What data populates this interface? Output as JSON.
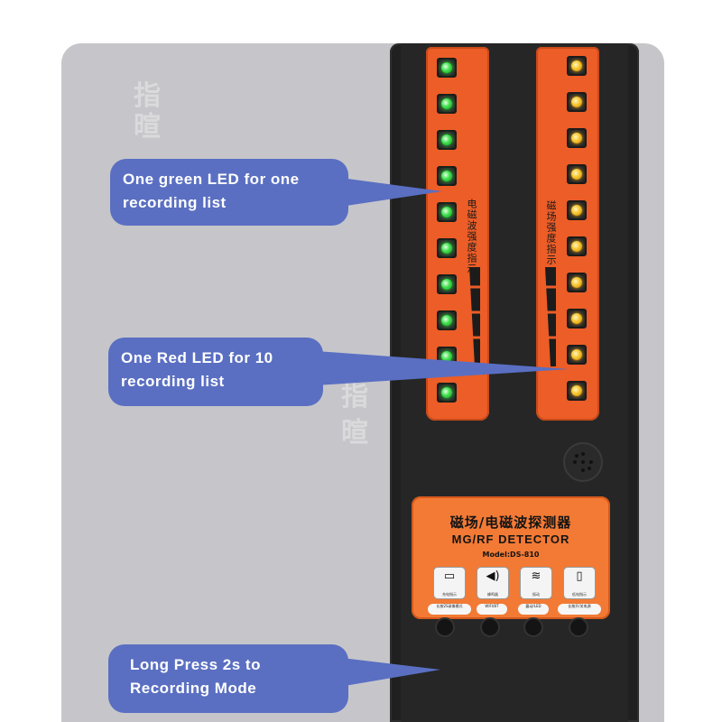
{
  "callouts": [
    {
      "id": "green-led",
      "line1": "One green LED for one",
      "line2": "recording list"
    },
    {
      "id": "red-led",
      "line1": "One Red LED for 10",
      "line2": "recording list"
    },
    {
      "id": "long-press",
      "line1": "Long Press 2s to",
      "line2": "Recording Mode"
    }
  ],
  "device": {
    "left_strip_label": "电磁波强度指示",
    "right_strip_label": "磁场强度指示",
    "title_cn": "磁场/电磁波探测器",
    "title_en": "MG/RF DETECTOR",
    "model": "Model:DS-810",
    "icon_captions": [
      "充电指示",
      "蜂鸣器",
      "振动",
      "低电指示"
    ],
    "icons": [
      "battery-icon",
      "speaker-icon",
      "vibration-icon",
      "low-battery-icon"
    ],
    "button_labels": [
      "长按2S录像模式",
      "WIFI/BT",
      "震动/LED",
      "长按开/关电源"
    ],
    "left_leds": {
      "count": 10,
      "color": "green"
    },
    "right_leds": {
      "count": 10,
      "color": "yellow"
    }
  },
  "colors": {
    "callout": "#5a6fc2",
    "strip": "#ec5d27",
    "device": "#202020",
    "panel": "#c6c6ca"
  }
}
